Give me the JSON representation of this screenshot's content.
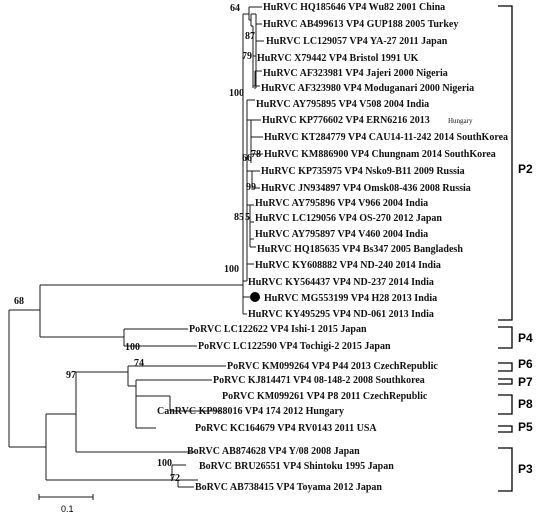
{
  "tree": {
    "taxa": [
      {
        "id": "t1",
        "label": "HuRVC HQ185646 VP4 Wu82 2001 China"
      },
      {
        "id": "t2",
        "label": "HuRVC AB499613 VP4 GUP188 2005 Turkey"
      },
      {
        "id": "t3",
        "label": "HuRVC LC129057 VP4 YA-27 2011 Japan"
      },
      {
        "id": "t4",
        "label": "HuRVC X79442 VP4 Bristol 1991 UK"
      },
      {
        "id": "t5",
        "label": "HuRVC AF323981 VP4 Jajeri 2000 Nigeria"
      },
      {
        "id": "t6",
        "label": "HuRVC AF323980 VP4 Moduganari 2000 Nigeria"
      },
      {
        "id": "t7",
        "label": "HuRVC AY795895 VP4 V508 2004 India"
      },
      {
        "id": "t8",
        "label": "HuRVC KP776602 VP4 ERN6216 2013"
      },
      {
        "id": "t9",
        "label": "HuRVC KT284779 VP4 CAU14-11-242 2014 SouthKorea"
      },
      {
        "id": "t10",
        "label": "HuRVC KM886900 VP4 Chungnam 2014 SouthKorea"
      },
      {
        "id": "t11",
        "label": "HuRVC KP735975 VP4 Nsko9-B11 2009 Russia"
      },
      {
        "id": "t12",
        "label": "HuRVC JN934897 VP4 Omsk08-436 2008 Russia"
      },
      {
        "id": "t13",
        "label": "HuRVC AY795896 VP4 V966 2004 India"
      },
      {
        "id": "t14",
        "label": "HuRVC LC129056 VP4 OS-270 2012 Japan"
      },
      {
        "id": "t15",
        "label": "HuRVC AY795897 VP4 V460 2004 India"
      },
      {
        "id": "t16",
        "label": "HuRVC HQ185635 VP4 Bs347 2005 Bangladesh"
      },
      {
        "id": "t17",
        "label": "HuRVC KY608882 VP4 ND-240 2014 India"
      },
      {
        "id": "t18",
        "label": "HuRVC KY564437 VP4 ND-237 2014 India"
      },
      {
        "id": "t19",
        "label": "HuRVC MG553199 VP4 H28 2013 India"
      },
      {
        "id": "t20",
        "label": "HuRVC KY495295 VP4 ND-061 2013 India"
      },
      {
        "id": "t21",
        "label": "PoRVC LC122622 VP4 Ishi-1 2015 Japan"
      },
      {
        "id": "t22",
        "label": "PoRVC LC122590 VP4 Tochigi-2 2015 Japan"
      },
      {
        "id": "t23",
        "label": "PoRVC KM099264 VP4 P44 2013 CzechRepublic"
      },
      {
        "id": "t24",
        "label": "PoRVC KJ814471 VP4 08-148-2 2008 Southkorea"
      },
      {
        "id": "t25",
        "label": "PoRVC KM099261 VP4 P8 2011 CzechRepublic"
      },
      {
        "id": "t26",
        "label": "CanRVC KP988016 VP4 174 2012 Hungary"
      },
      {
        "id": "t27",
        "label": "PoRVC KC164679 VP4 RV0143 2011 USA"
      },
      {
        "id": "t28",
        "label": "BoRVC AB874628 VP4 Y/08 2008 Japan"
      },
      {
        "id": "t29",
        "label": "BoRVC BRU26551 VP4 Shintoku 1995 Japan"
      },
      {
        "id": "t30",
        "label": "BoRVC AB738415 VP4 Toyama 2012 Japan"
      }
    ],
    "annotations": {
      "t8_suffix": "Hungary"
    },
    "bootstrap": [
      {
        "id": "b64",
        "value": "64"
      },
      {
        "id": "b87",
        "value": "87"
      },
      {
        "id": "b79",
        "value": "79"
      },
      {
        "id": "b100a",
        "value": "100"
      },
      {
        "id": "b66",
        "value": "66"
      },
      {
        "id": "b78",
        "value": "78"
      },
      {
        "id": "b99",
        "value": "99"
      },
      {
        "id": "b85",
        "value": "85"
      },
      {
        "id": "b5",
        "value": "5"
      },
      {
        "id": "b100b",
        "value": "100"
      },
      {
        "id": "b68",
        "value": "68"
      },
      {
        "id": "b100c",
        "value": "100"
      },
      {
        "id": "b74",
        "value": "74"
      },
      {
        "id": "b97",
        "value": "97"
      },
      {
        "id": "b100d",
        "value": "100"
      },
      {
        "id": "b72",
        "value": "72"
      }
    ],
    "highlighted_taxon": "t19"
  },
  "groups": [
    {
      "id": "P2",
      "label": "P2"
    },
    {
      "id": "P4",
      "label": "P4"
    },
    {
      "id": "P6",
      "label": "P6"
    },
    {
      "id": "P7",
      "label": "P7"
    },
    {
      "id": "P8",
      "label": "P8"
    },
    {
      "id": "P5",
      "label": "P5"
    },
    {
      "id": "P3",
      "label": "P3"
    }
  ],
  "scale_bar": {
    "label": "0.1"
  }
}
